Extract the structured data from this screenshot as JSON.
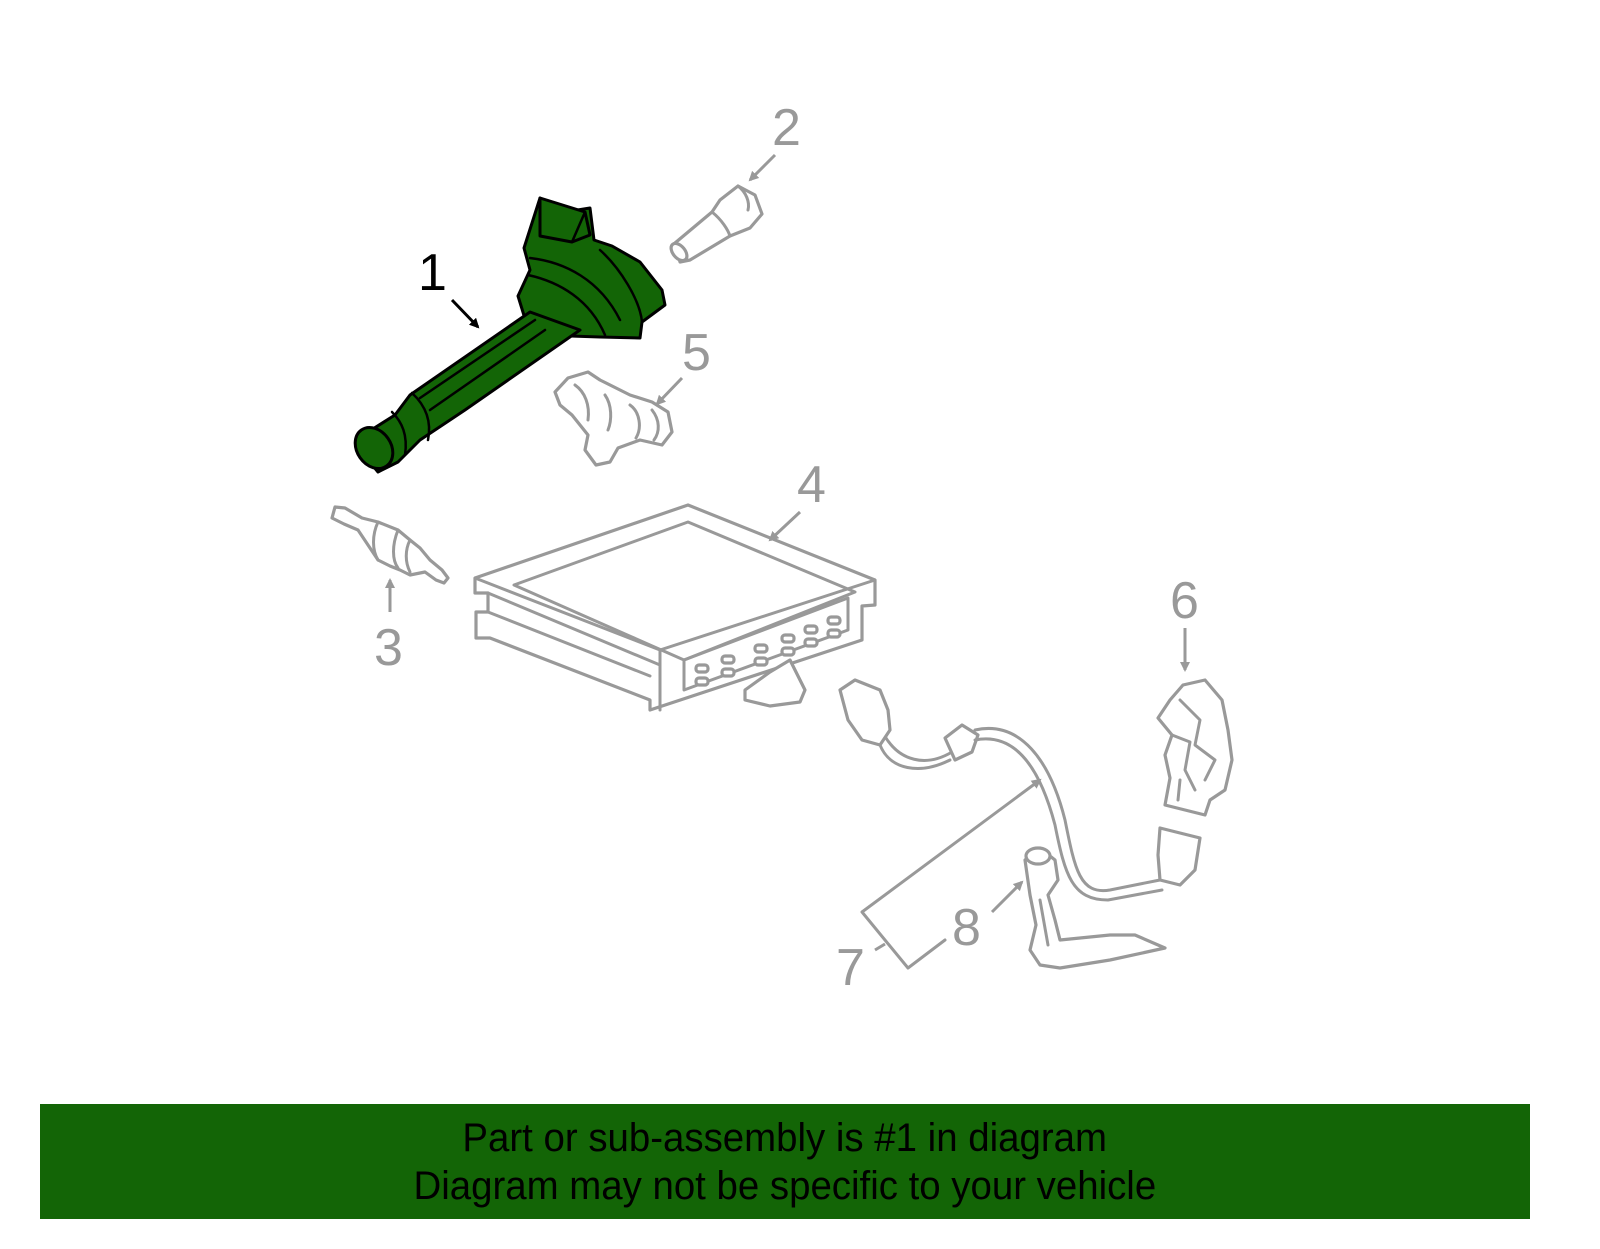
{
  "diagram": {
    "highlight_color": "#136506",
    "outline_color": "#999999",
    "callouts": [
      {
        "number": "1",
        "part": "ignition-coil",
        "highlighted": true
      },
      {
        "number": "2",
        "part": "small-sensor-plug",
        "highlighted": false
      },
      {
        "number": "3",
        "part": "spark-plug",
        "highlighted": false
      },
      {
        "number": "4",
        "part": "control-module",
        "highlighted": false
      },
      {
        "number": "5",
        "part": "sensor",
        "highlighted": false
      },
      {
        "number": "6",
        "part": "connector-housing",
        "highlighted": false
      },
      {
        "number": "7",
        "part": "wiring-harness",
        "highlighted": false
      },
      {
        "number": "8",
        "part": "bracket-sensor",
        "highlighted": false
      }
    ]
  },
  "banner": {
    "line1": "Part or sub-assembly is #1 in diagram",
    "line2": "Diagram may not be specific to your vehicle",
    "background": "#136506"
  }
}
